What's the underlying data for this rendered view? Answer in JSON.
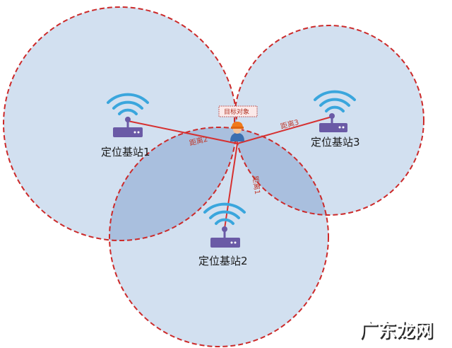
{
  "stations": [
    {
      "id": 1,
      "label": "定位基站1"
    },
    {
      "id": 2,
      "label": "定位基站2"
    },
    {
      "id": 3,
      "label": "定位基站3"
    }
  ],
  "distances": [
    {
      "station": 1,
      "label": "距离2"
    },
    {
      "station": 2,
      "label": "距离1"
    },
    {
      "station": 3,
      "label": "距离3"
    }
  ],
  "target": {
    "label": "目标对象"
  },
  "watermark": "广东龙网",
  "colors": {
    "circle_fill": "#d2e0f0",
    "overlap_fill": "#a8bfde",
    "circle_stroke": "#cc2a2a",
    "line": "#d63030",
    "icon": "#6a5aa6",
    "wifi": "#3aa6dd"
  }
}
